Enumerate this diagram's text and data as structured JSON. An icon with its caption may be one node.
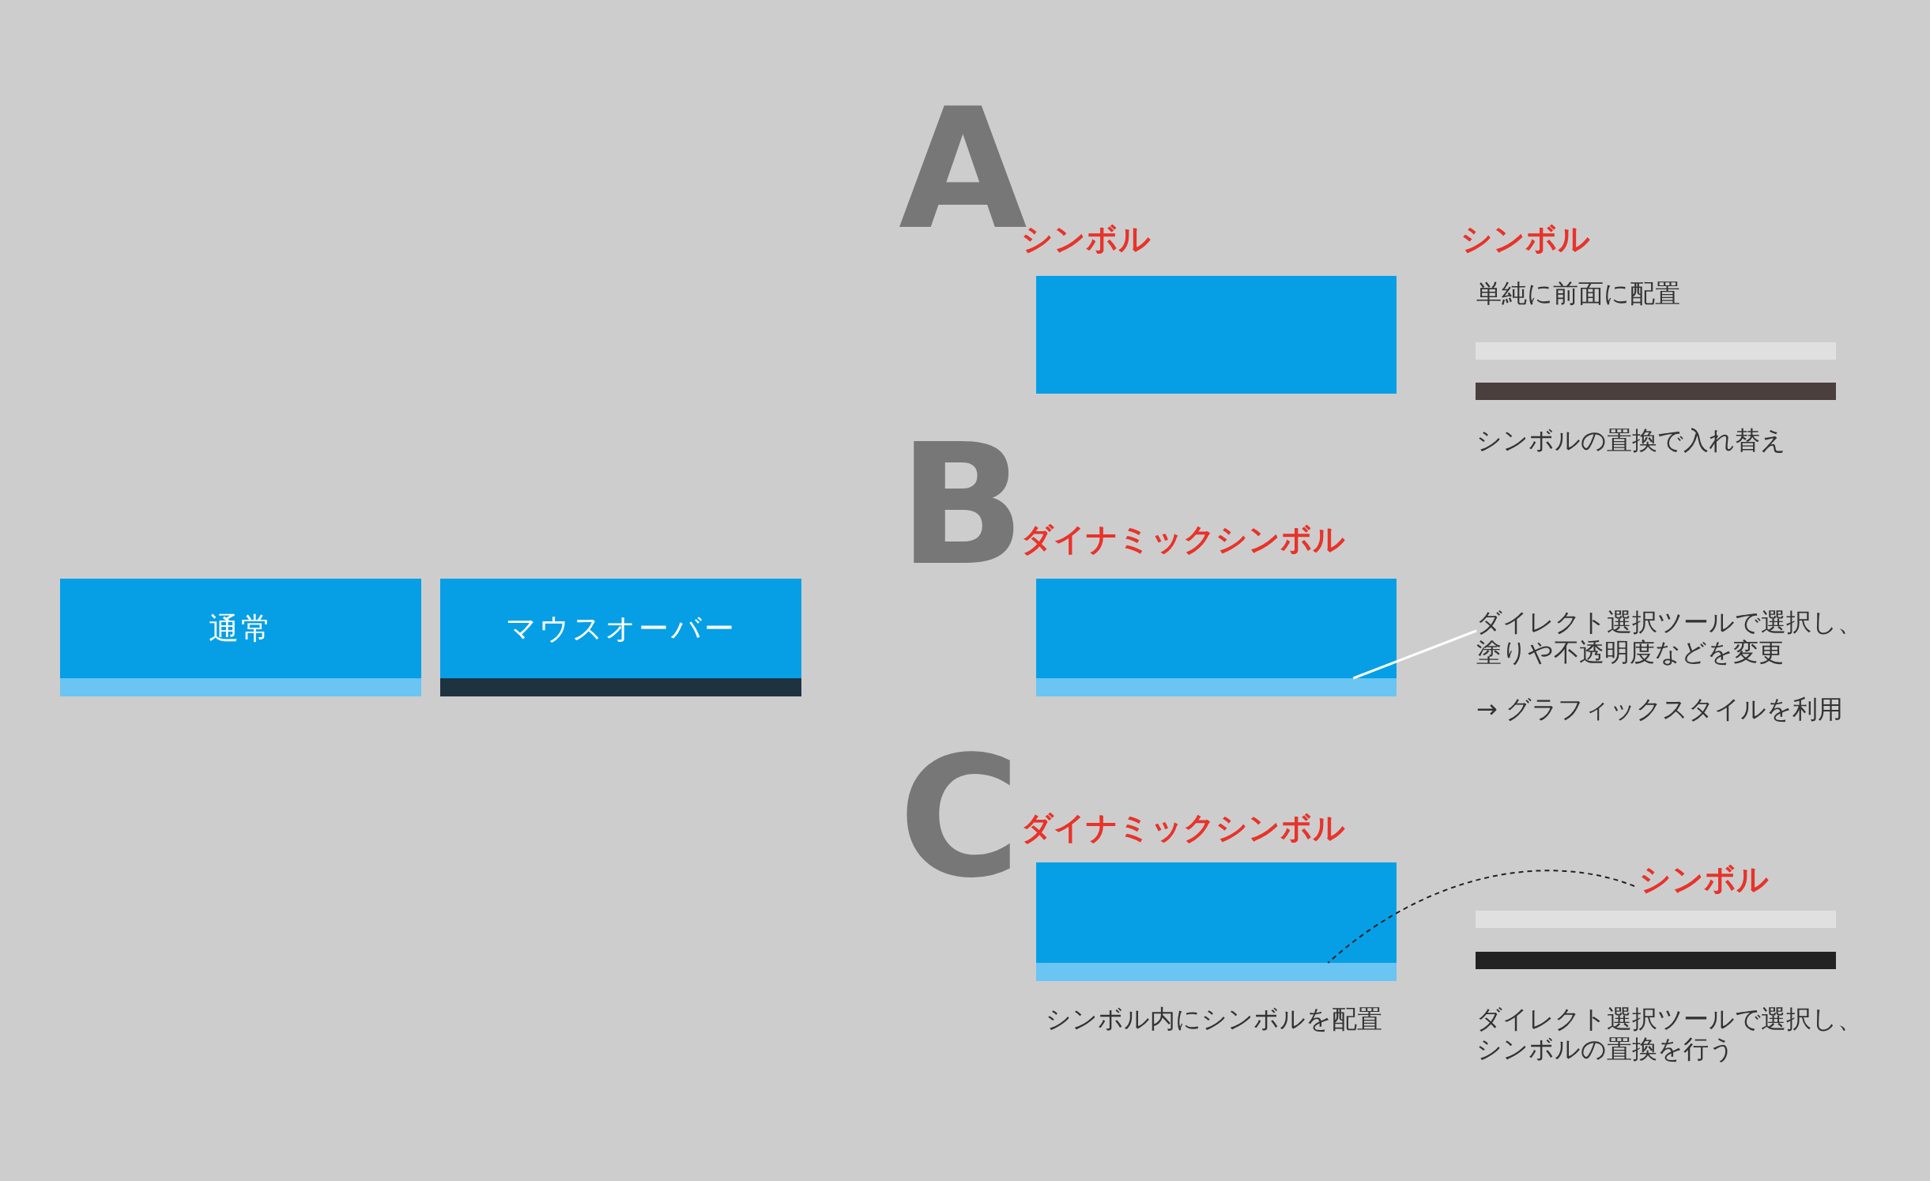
{
  "diagram": {
    "nodes": [
      {
        "text": [
          "通常"
        ]
      },
      {
        "text": [
          "マウスオーバー"
        ]
      },
      {
        "text": [],
        "shape": "box",
        "beside": [
          "シンボル"
        ]
      },
      {
        "text": [],
        "shape": "box",
        "beside": [
          "ダイナミックシンボル"
        ]
      },
      {
        "text": [],
        "shape": "bar",
        "in": 3
      },
      {
        "text": [
          "ダイレクト選択ツールで選択し、塗りや不透明度などを変更"
        ]
      },
      {
        "text": [],
        "shape": "box",
        "beside": [
          "ダイナミックシンボル",
          "シンボル内にシンボルを配置"
        ]
      },
      {
        "text": [],
        "shape": "bar",
        "in": 6
      },
      {
        "text": [
          "シンボル"
        ]
      }
    ],
    "edges": [
      {
        "from": 5,
        "to": 4,
        "arrow": "none",
        "color": "#ffffff"
      },
      {
        "from": 8,
        "to": 7,
        "arrow": "none",
        "style": "dashed",
        "color": "#222222"
      }
    ],
    "labels": [
      "A",
      "シンボル",
      "単純に前面に配置",
      "シンボルの置換で入れ替え",
      "B",
      "→ グラフィックスタイルを利用",
      "C",
      "ダイレクト選択ツールで選択し、シンボルの置換を行う"
    ]
  }
}
